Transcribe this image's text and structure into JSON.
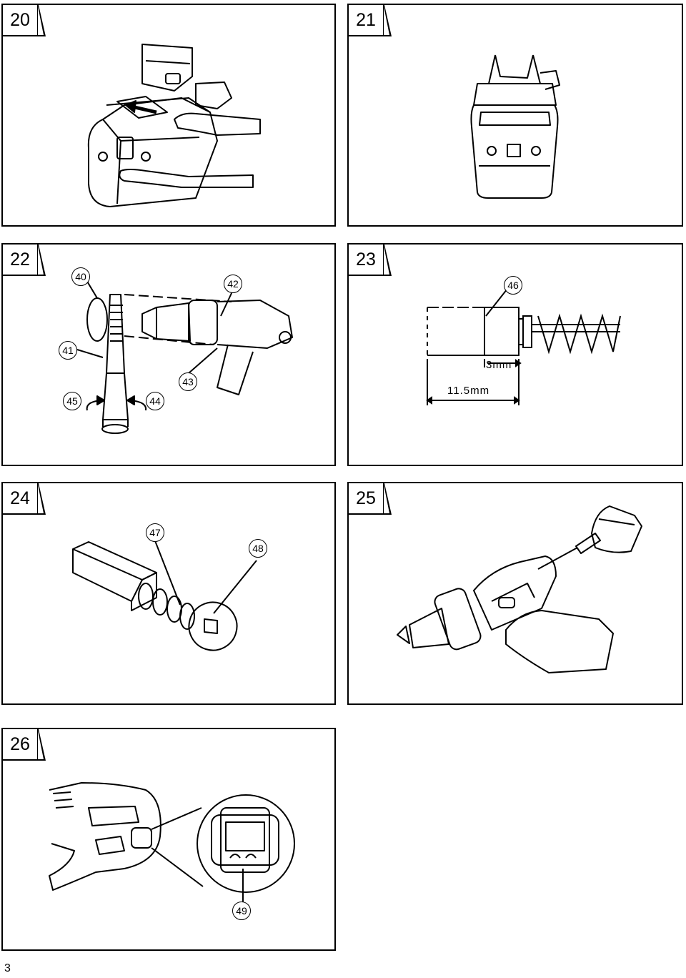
{
  "figures": [
    {
      "number": "20"
    },
    {
      "number": "21"
    },
    {
      "number": "22",
      "callouts": [
        "40",
        "41",
        "42",
        "43",
        "44",
        "45"
      ]
    },
    {
      "number": "23",
      "callouts": [
        "46"
      ],
      "dimensions": [
        "3mm",
        "11.5mm"
      ]
    },
    {
      "number": "24",
      "callouts": [
        "47",
        "48"
      ]
    },
    {
      "number": "25"
    },
    {
      "number": "26",
      "callouts": [
        "49"
      ]
    }
  ],
  "page_number": "3"
}
